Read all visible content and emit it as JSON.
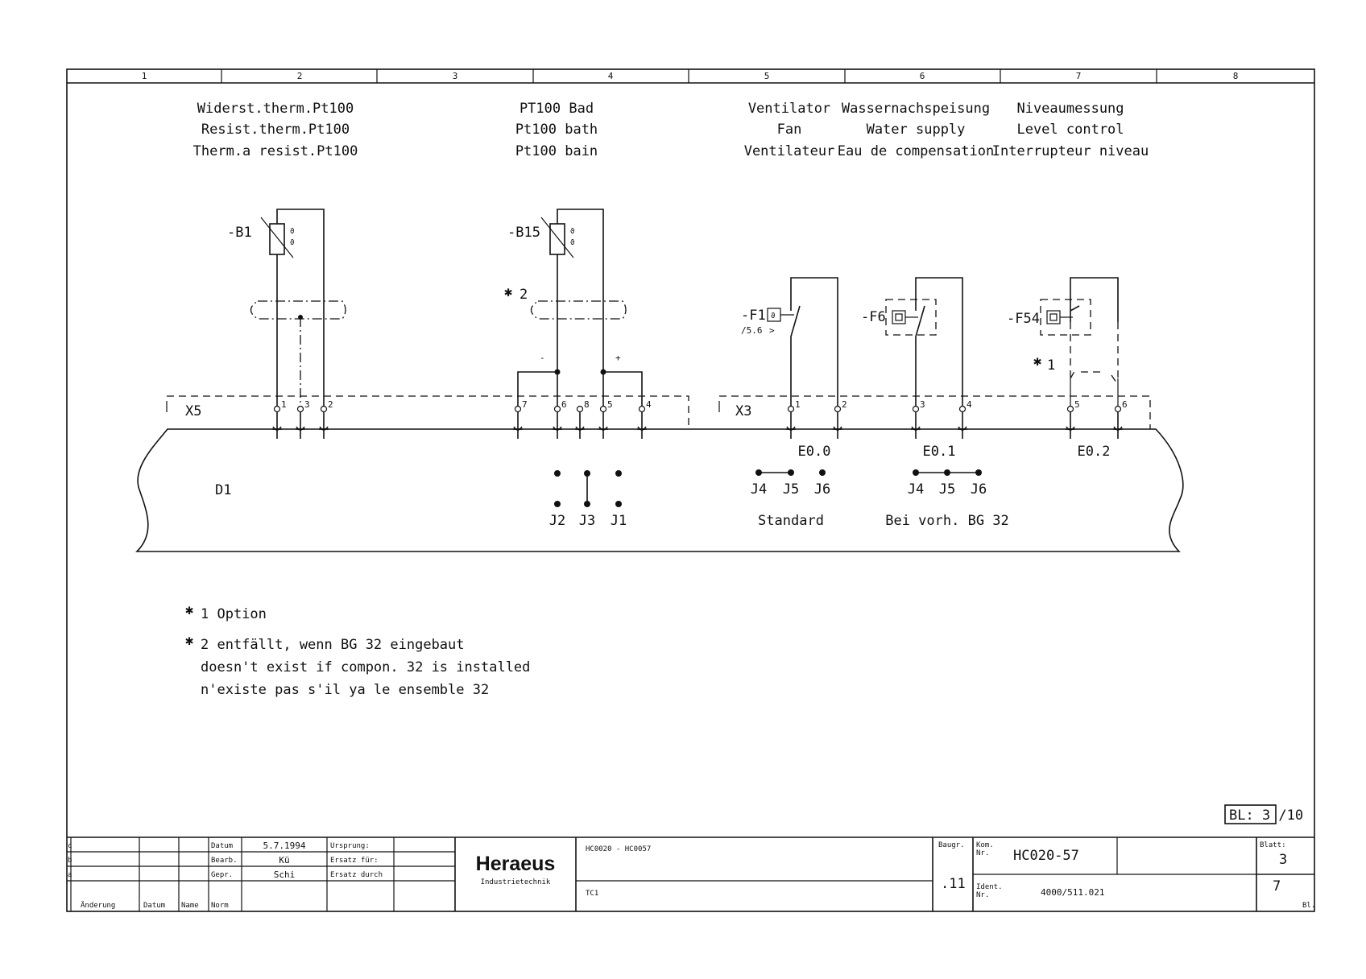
{
  "grid_columns": [
    "1",
    "2",
    "3",
    "4",
    "5",
    "6",
    "7",
    "8"
  ],
  "headings": {
    "pt100_resist": [
      "Widerst.therm.Pt100",
      "Resist.therm.Pt100",
      "Therm.a resist.Pt100"
    ],
    "pt100_bath": [
      "PT100 Bad",
      "Pt100 bath",
      "Pt100 bain"
    ],
    "fan": [
      "Ventilator",
      "Fan",
      "Ventilateur"
    ],
    "water": [
      "Wassernachspeisung",
      "Water supply",
      "Eau de compensation"
    ],
    "level": [
      "Niveaumessung",
      "Level control",
      "Interrupteur niveau"
    ]
  },
  "components": {
    "b1": "-B1",
    "b15": "-B15",
    "f1": "-F1",
    "f1_ref": "/5.6",
    "f6": "-F6",
    "f54": "-F54",
    "x5": "X5",
    "x3": "X3",
    "d1": "D1",
    "star2_mark": "2",
    "star1_mark": "1",
    "minus": "-",
    "plus": "+"
  },
  "terminals_x5": [
    "1",
    "3",
    "2",
    "7",
    "6",
    "8",
    "5",
    "4"
  ],
  "terminals_x3": [
    "1",
    "2",
    "3",
    "4",
    "5",
    "6"
  ],
  "inputs": [
    "E0.0",
    "E0.1",
    "E0.2"
  ],
  "jumpers_a": [
    "J2",
    "J3",
    "J1"
  ],
  "jumpers_b": [
    "J4",
    "J5",
    "J6"
  ],
  "jumpers_c": [
    "J4",
    "J5",
    "J6"
  ],
  "jumper_captions": [
    "Standard",
    "Bei vorh. BG 32"
  ],
  "notes": {
    "n1": "1 Option",
    "n2": [
      "2 entfällt, wenn BG 32 eingebaut",
      "doesn't exist if compon. 32 is installed",
      "n'existe pas s'il ya le ensemble 32"
    ]
  },
  "title_block": {
    "sheet_ref": "BL: 3 /10",
    "rev_letters": [
      "c",
      "b",
      "a"
    ],
    "rev_headers": [
      "Änderung",
      "Datum",
      "Name"
    ],
    "datum_label": "Datum",
    "datum_value": "5.7.1994",
    "bearb_label": "Bearb.",
    "bearb_value": "Kü",
    "gepr_label": "Gepr.",
    "gepr_value": "Schi",
    "norm_label": "Norm",
    "ursprung": "Ursprung:",
    "ersatz_fuer": "Ersatz für:",
    "ersatz_durch": "Ersatz durch",
    "company": "Heraeus",
    "company_sub": "Industrietechnik",
    "models": "HC0020 - HC0057",
    "doc_code": "TC1",
    "baugr_label": "Baugr.",
    "baugr_value": ".11",
    "kom_label": "Kom.\nNr.",
    "kom_value": "HC020-57",
    "ident_label": "Ident.\nNr.",
    "ident_value": "4000/511.021",
    "blatt_label": "Blatt:",
    "blatt_value": "3",
    "blatt_total": "7",
    "bl_suffix": "Bl."
  },
  "colors": {
    "ink": "#111111",
    "paper": "#ffffff"
  }
}
